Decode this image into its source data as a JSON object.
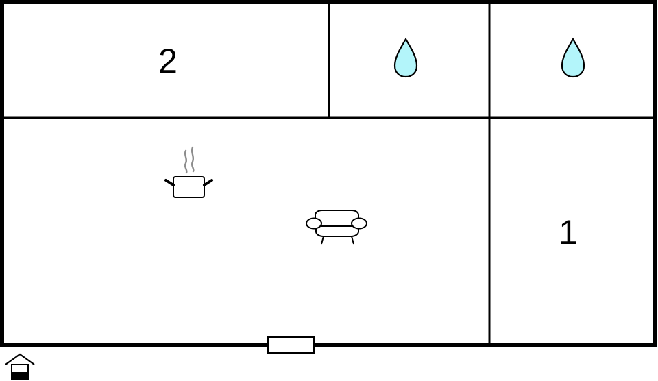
{
  "floorplan": {
    "rooms": [
      {
        "id": "bedroom-2",
        "label": "2",
        "type": "bedroom"
      },
      {
        "id": "bathroom-a",
        "label": "",
        "type": "bathroom",
        "icon": "water-drop-icon"
      },
      {
        "id": "bathroom-b",
        "label": "",
        "type": "bathroom",
        "icon": "water-drop-icon"
      },
      {
        "id": "living-kitchen",
        "label": "",
        "type": "living-kitchen",
        "icons": [
          "cooking-pot-icon",
          "sofa-icon"
        ]
      },
      {
        "id": "bedroom-1",
        "label": "1",
        "type": "bedroom"
      }
    ],
    "entrance": {
      "icon": "entrance-house-icon"
    },
    "door": {
      "type": "entrance-door"
    },
    "colors": {
      "wall": "#000000",
      "water": "#b3f5fa",
      "steam": "#8c8c8c",
      "background": "#ffffff"
    }
  }
}
